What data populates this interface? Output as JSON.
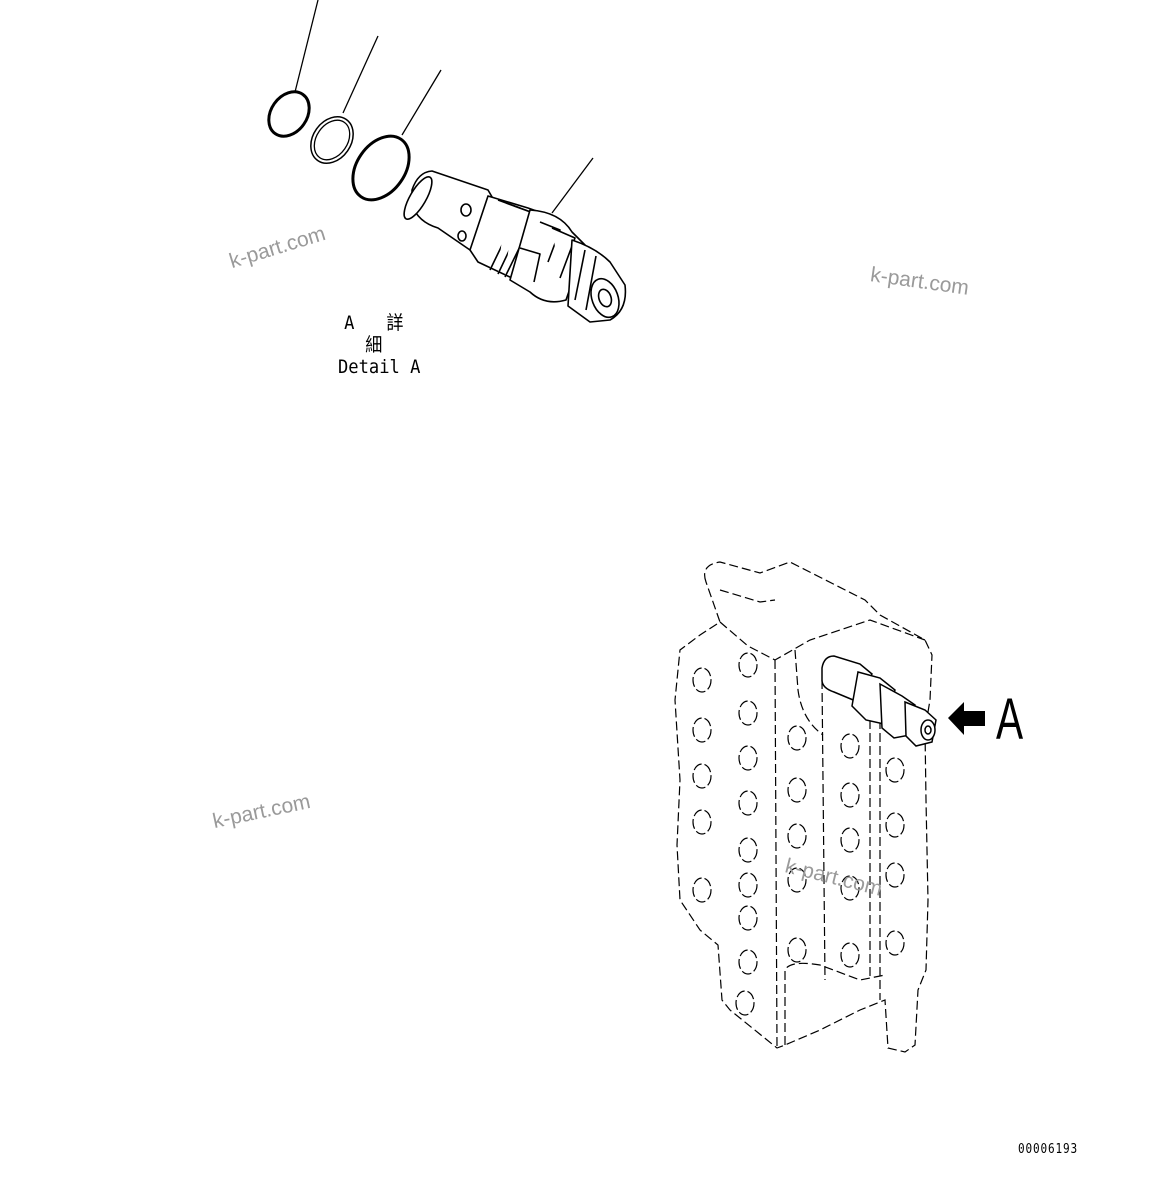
{
  "diagram": {
    "type": "exploded parts diagram",
    "detail_view": {
      "label_jp": "A 詳 細",
      "label_en": "Detail A",
      "parts": [
        {
          "name": "o-ring-small",
          "callout": true
        },
        {
          "name": "backup-ring",
          "callout": true
        },
        {
          "name": "o-ring-large",
          "callout": true
        },
        {
          "name": "relief-valve-cartridge",
          "callout": true
        }
      ]
    },
    "main_view": {
      "component": "control-valve-block",
      "view_arrow_label": "A"
    },
    "drawing_number": "00006193",
    "watermarks": [
      "k-part.com",
      "k-part.com",
      "k-part.com",
      "k-part.com"
    ]
  }
}
